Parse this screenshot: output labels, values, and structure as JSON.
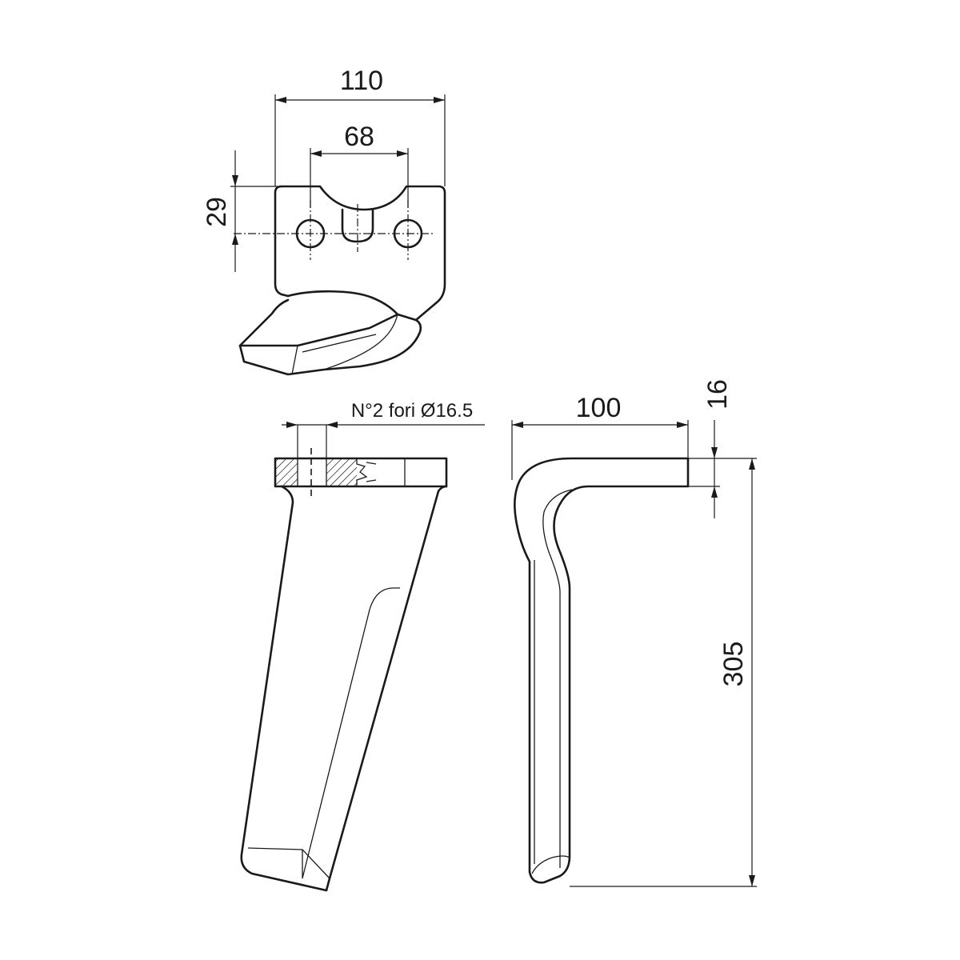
{
  "dimensions": {
    "top_width": "110",
    "hole_spacing": "68",
    "hole_offset": "29",
    "holes_note": "N°2 fori Ø16.5",
    "side_width": "100",
    "thickness": "16",
    "height": "305"
  },
  "colors": {
    "line": "#1a1a1a",
    "background": "#ffffff",
    "hatch": "#1a1a1a"
  }
}
